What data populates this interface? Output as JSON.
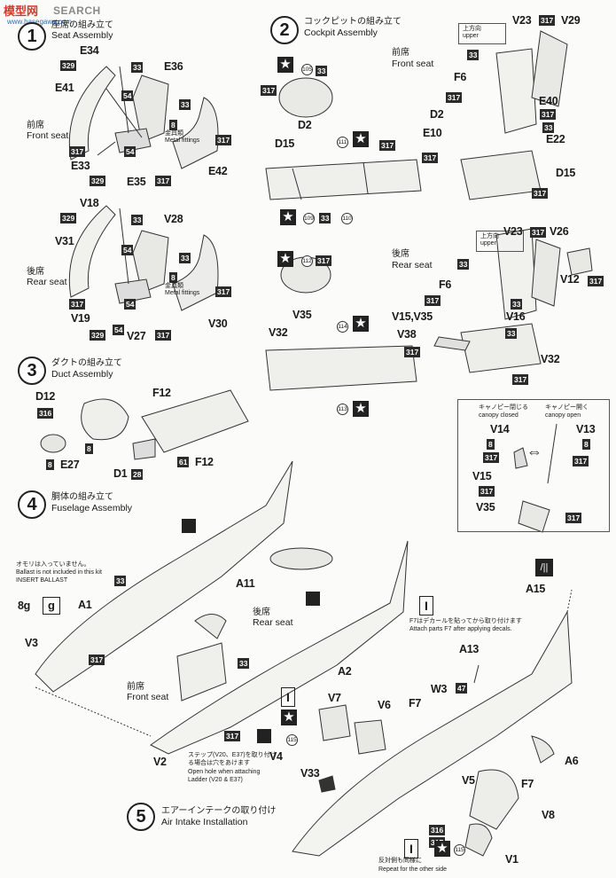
{
  "watermark": {
    "logo": "模型网",
    "title": "SEARCH",
    "url": "www.hasegawa.com"
  },
  "sections": {
    "s1": {
      "num": "1",
      "jp": "座席の組み立て",
      "en": "Seat Assembly"
    },
    "s2": {
      "num": "2",
      "jp": "コックピットの組み立て",
      "en": "Cockpit Assembly"
    },
    "s3": {
      "num": "3",
      "jp": "ダクトの組み立て",
      "en": "Duct Assembly"
    },
    "s4": {
      "num": "4",
      "jp": "胴体の組み立て",
      "en": "Fuselage Assembly"
    },
    "s5": {
      "num": "5",
      "jp": "エアーインテークの取り付け",
      "en": "Air Intake Installation"
    }
  },
  "labels": {
    "front_seat_jp": "前席",
    "front_seat_en": "Front seat",
    "rear_seat_jp": "後席",
    "rear_seat_en": "Rear seat",
    "metal_jp": "金具類",
    "metal_en": "Metal fittings",
    "upper_jp": "上方向",
    "upper_en": "upper",
    "canopy_closed_jp": "キャノピー閉じる",
    "canopy_closed_en": "canopy closed",
    "canopy_open_jp": "キャノピー開く",
    "canopy_open_en": "canopy open",
    "ballast_jp": "オモリは入っていません。",
    "ballast_en1": "Ballast is not included in this kit",
    "ballast_en2": "INSERT BALLAST",
    "ballast_weight": "8g",
    "f7_jp": "F7はデカールを貼ってから取り付けます",
    "f7_en": "Attach parts F7 after applying decals.",
    "ladder_jp1": "ステップ(V20、E37)を取り付け",
    "ladder_jp2": "る場合は穴をあけます",
    "ladder_en1": "Open hole when attaching",
    "ladder_en2": "Ladder (V20 & E37)",
    "repeat_jp": "反対側も同様に",
    "repeat_en": "Repeat for the other side"
  },
  "parts": {
    "E34": "E34",
    "E36": "E36",
    "E41": "E41",
    "E33": "E33",
    "E35": "E35",
    "E42": "E42",
    "V18": "V18",
    "V28": "V28",
    "V31": "V31",
    "V19": "V19",
    "V27": "V27",
    "V30": "V30",
    "D2": "D2",
    "D15": "D15",
    "V35": "V35",
    "V32": "V32",
    "V23": "V23",
    "V29": "V29",
    "F6": "F6",
    "E40": "E40",
    "E22": "E22",
    "E10": "E10",
    "D15b": "D15",
    "V23b": "V23",
    "V26": "V26",
    "V12": "V12",
    "F6b": "F6",
    "V15V35": "V15,V35",
    "V16": "V16",
    "V38": "V38",
    "V32b": "V32",
    "V14": "V14",
    "V13": "V13",
    "V15": "V15",
    "V35b": "V35",
    "D12": "D12",
    "F12": "F12",
    "E27": "E27",
    "D1": "D1",
    "F12b": "F12",
    "A11": "A11",
    "A1": "A1",
    "V3": "V3",
    "A2": "A2",
    "V2": "V2",
    "V4": "V4",
    "A15": "A15",
    "A13": "A13",
    "W3": "W3",
    "F7": "F7",
    "V7": "V7",
    "V6": "V6",
    "A6": "A6",
    "V33": "V33",
    "V5": "V5",
    "F7b": "F7",
    "V8": "V8",
    "V1": "V1"
  },
  "paints": {
    "c317": "317",
    "c33": "33",
    "c329": "329",
    "c54": "54",
    "c8": "8",
    "c316": "316",
    "c61": "61",
    "c28": "28",
    "c47": "47"
  },
  "decals": {
    "d105": "105",
    "d111": "111",
    "d109": "109",
    "d110": "110",
    "d112": "112",
    "d114": "114",
    "d113": "113",
    "d115": "115"
  },
  "icons": {
    "star": "★",
    "arrow": "⇔",
    "box_symbol": "▮"
  }
}
